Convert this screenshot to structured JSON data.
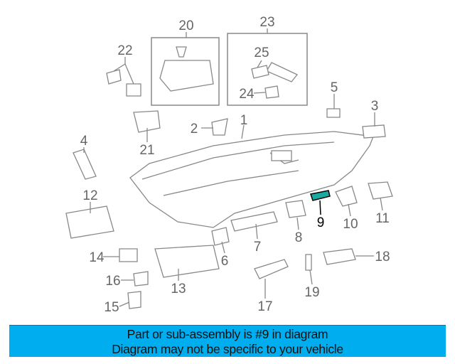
{
  "diagram": {
    "callouts": [
      "1",
      "2",
      "3",
      "4",
      "5",
      "6",
      "7",
      "8",
      "9",
      "10",
      "11",
      "12",
      "13",
      "14",
      "15",
      "16",
      "17",
      "18",
      "19",
      "20",
      "21",
      "22",
      "23",
      "24",
      "25"
    ],
    "highlight_part": "9",
    "highlight_color": "#1aa9a0"
  },
  "banner": {
    "line1": "Part or sub-assembly is #9 in diagram",
    "line2": "Diagram may not be specific to your vehicle",
    "color": "#00aeef"
  }
}
